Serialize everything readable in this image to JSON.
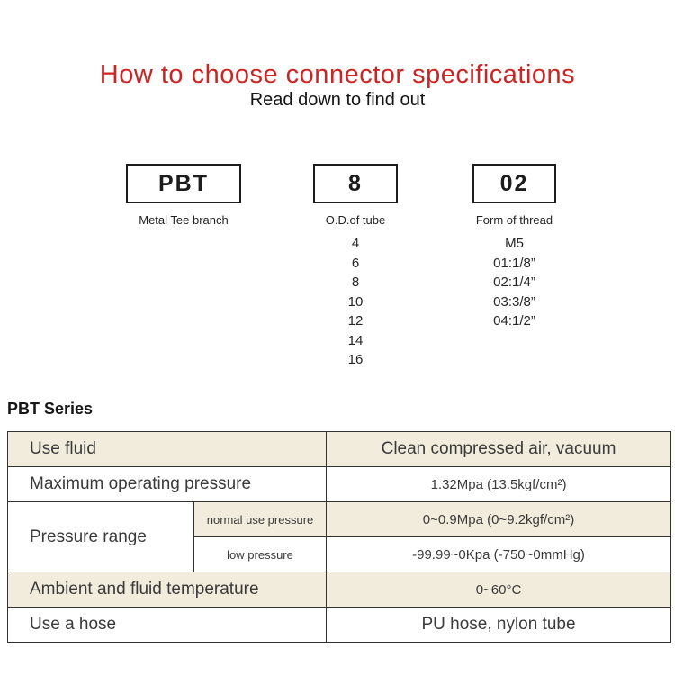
{
  "page": {
    "title": "How to choose connector specifications",
    "subtitle": "Read down to find out",
    "accent_color": "#cd2424",
    "band_color": "#f2ecdd",
    "border_color": "#333333"
  },
  "selector": {
    "columns": [
      {
        "code": "PBT",
        "label": "Metal Tee branch",
        "options": []
      },
      {
        "code": "8",
        "label": "O.D.of tube",
        "options": [
          "4",
          "6",
          "8",
          "10",
          "12",
          "14",
          "16"
        ]
      },
      {
        "code": "02",
        "label": "Form of thread",
        "options": [
          "M5",
          "01:1/8”",
          "02:1/4”",
          "03:3/8”",
          "04:1/2”"
        ]
      }
    ]
  },
  "series": {
    "heading": "PBT Series",
    "table": {
      "rows": [
        {
          "label": "Use fluid",
          "value": "Clean compressed air, vacuum"
        },
        {
          "label": "Maximum operating pressure",
          "value": "1.32Mpa (13.5kgf/cm²)"
        },
        {
          "label": "Pressure range",
          "sub": [
            {
              "label": "normal use pressure",
              "value": "0~0.9Mpa (0~9.2kgf/cm²)"
            },
            {
              "label": "low pressure",
              "value": "-99.99~0Kpa (-750~0mmHg)"
            }
          ]
        },
        {
          "label": "Ambient and fluid temperature",
          "value": "0~60°C"
        },
        {
          "label": "Use a hose",
          "value": "PU hose, nylon tube"
        }
      ]
    }
  }
}
